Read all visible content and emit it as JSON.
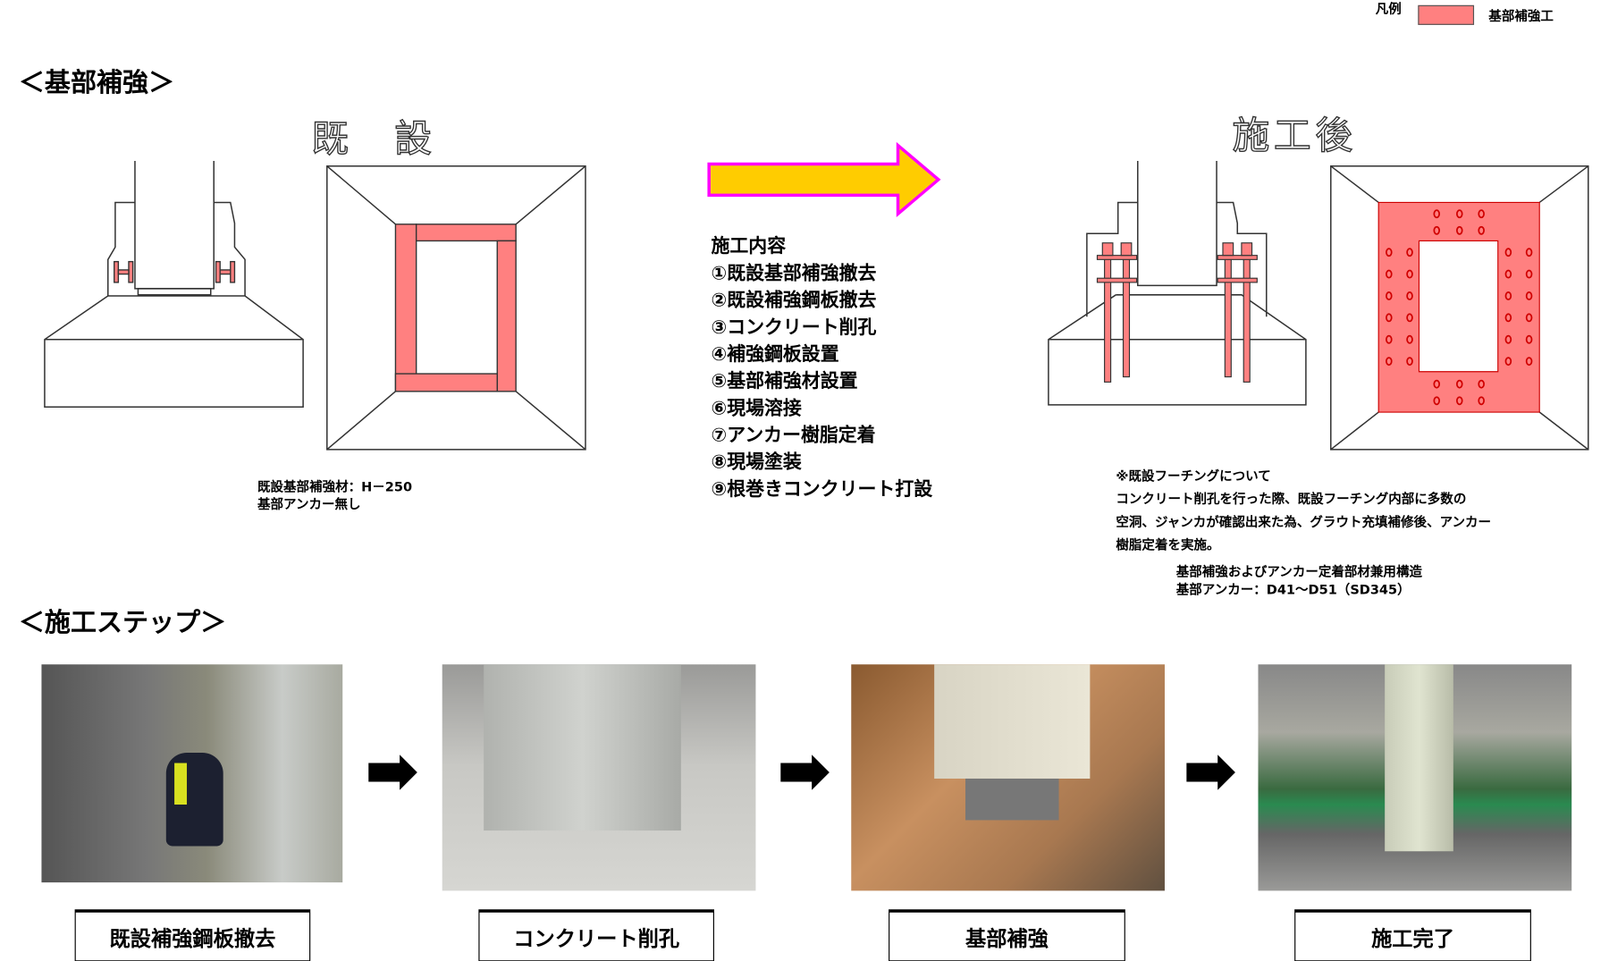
{
  "legend": {
    "label": "凡例",
    "item": "基部補強工",
    "color": "#ff8080"
  },
  "section1": {
    "title": "＜基部補強＞",
    "before_title": "既　設",
    "after_title": "施工後"
  },
  "before_notes": [
    "既設基部補強材：H－250",
    "基部アンカー無し"
  ],
  "work": {
    "title": "施工内容",
    "items": [
      "①既設基部補強撤去",
      "②既設補強鋼板撤去",
      "③コンクリート削孔",
      "④補強鋼板設置",
      "⑤基部補強材設置",
      "⑥現場溶接",
      "⑦アンカー樹脂定着",
      "⑧現場塗装",
      "⑨根巻きコンクリート打設"
    ]
  },
  "after_notes": [
    "※既設フーチングについて",
    "コンクリート削孔を行った際、既設フーチング内部に多数の",
    "空洞、ジャンカが確認出来た為、グラウト充填補修後、アンカー",
    "樹脂定着を実施。"
  ],
  "after_spec": [
    "基部補強およびアンカー定着部材兼用構造",
    "基部アンカー：D41～D51（SD345）"
  ],
  "section2": {
    "title": "＜施工ステップ＞"
  },
  "steps": [
    {
      "caption": "既設補強鋼板撤去"
    },
    {
      "caption": "コンクリート削孔"
    },
    {
      "caption": "基部補強"
    },
    {
      "caption": "施工完了"
    }
  ],
  "colors": {
    "arrow_fill": "#ffcc00",
    "arrow_stroke": "#ff00ff",
    "reinforce": "#ff8080"
  }
}
